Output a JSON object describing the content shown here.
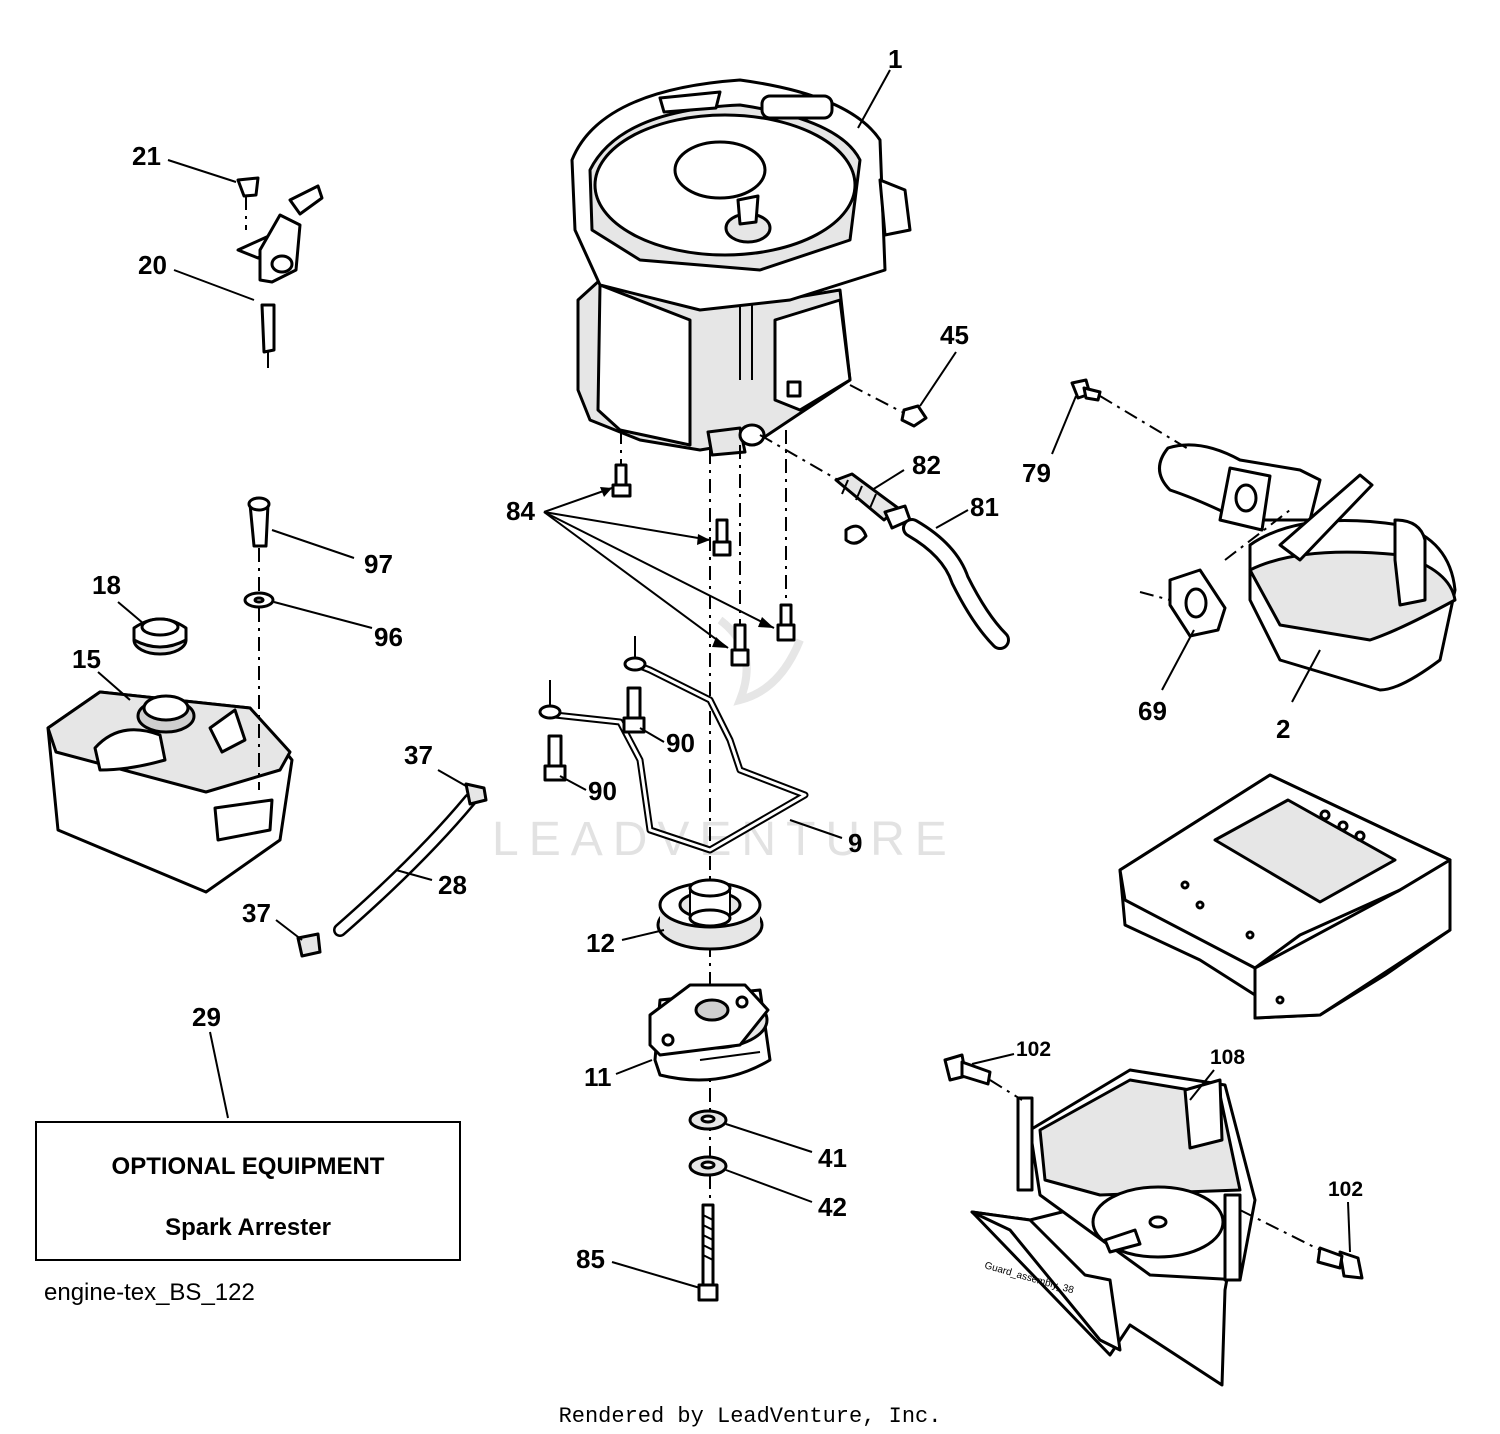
{
  "watermark": "LEADVENTURE",
  "callouts": [
    {
      "id": "c1",
      "text": "1"
    },
    {
      "id": "c2",
      "text": "2"
    },
    {
      "id": "c9",
      "text": "9"
    },
    {
      "id": "c11",
      "text": "11"
    },
    {
      "id": "c12",
      "text": "12"
    },
    {
      "id": "c15",
      "text": "15"
    },
    {
      "id": "c18",
      "text": "18"
    },
    {
      "id": "c20",
      "text": "20"
    },
    {
      "id": "c21",
      "text": "21"
    },
    {
      "id": "c28",
      "text": "28"
    },
    {
      "id": "c29",
      "text": "29"
    },
    {
      "id": "c37a",
      "text": "37"
    },
    {
      "id": "c37b",
      "text": "37"
    },
    {
      "id": "c41",
      "text": "41"
    },
    {
      "id": "c42",
      "text": "42"
    },
    {
      "id": "c45",
      "text": "45"
    },
    {
      "id": "c69",
      "text": "69"
    },
    {
      "id": "c79",
      "text": "79"
    },
    {
      "id": "c81",
      "text": "81"
    },
    {
      "id": "c82",
      "text": "82"
    },
    {
      "id": "c84",
      "text": "84"
    },
    {
      "id": "c85",
      "text": "85"
    },
    {
      "id": "c90a",
      "text": "90"
    },
    {
      "id": "c90b",
      "text": "90"
    },
    {
      "id": "c96",
      "text": "96"
    },
    {
      "id": "c97",
      "text": "97"
    },
    {
      "id": "c102a",
      "text": "102"
    },
    {
      "id": "c102b",
      "text": "102"
    },
    {
      "id": "c108",
      "text": "108"
    }
  ],
  "optional_box": {
    "title": "OPTIONAL EQUIPMENT",
    "item": "Spark Arrester"
  },
  "diagram_code": "engine-tex_BS_122",
  "guard_stamp": "Guard_assembly_38",
  "footer": "Rendered by LeadVenture, Inc."
}
